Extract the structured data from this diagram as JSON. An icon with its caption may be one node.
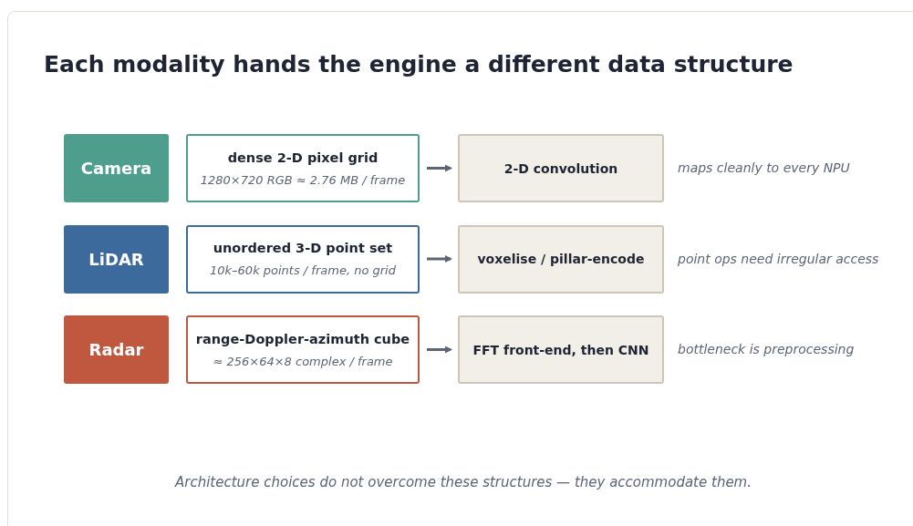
{
  "diagram": {
    "title": "Each modality hands the engine a different data structure",
    "nodes": [
      {
        "text": [
          "Camera"
        ]
      },
      {
        "text": [
          "dense 2-D pixel grid",
          "1280×720 RGB ≈ 2.76 MB / frame"
        ]
      },
      {
        "text": [
          "2-D convolution"
        ],
        "beside": [
          "maps cleanly to every NPU"
        ]
      },
      {
        "text": [
          "LiDAR"
        ]
      },
      {
        "text": [
          "unordered 3-D point set",
          "10k–60k points / frame, no grid"
        ]
      },
      {
        "text": [
          "voxelise / pillar-encode"
        ],
        "beside": [
          "point ops need irregular access"
        ]
      },
      {
        "text": [
          "Radar"
        ]
      },
      {
        "text": [
          "range-Doppler-azimuth cube",
          "≈ 256×64×8 complex / frame"
        ]
      },
      {
        "text": [
          "FFT front-end, then CNN"
        ],
        "beside": [
          "bottleneck is preprocessing"
        ]
      }
    ],
    "edges": [
      {
        "from": 1,
        "to": 2,
        "arrow": "to"
      },
      {
        "from": 4,
        "to": 5,
        "arrow": "to"
      },
      {
        "from": 7,
        "to": 8,
        "arrow": "to"
      }
    ],
    "caption": "Architecture choices do not overcome these structures — they accommodate them."
  }
}
